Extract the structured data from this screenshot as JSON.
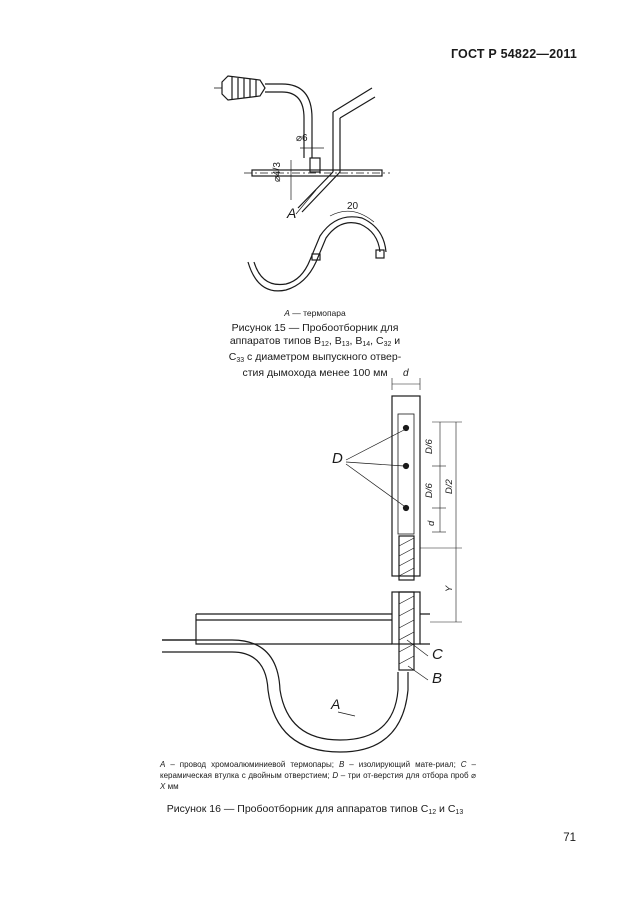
{
  "header": {
    "standard_id": "ГОСТ Р 54822—2011"
  },
  "figure15": {
    "labels": {
      "diameter_6": "⌀6",
      "diameter_4_3": "⌀4/3",
      "point_a": "A",
      "dim_20": "20"
    },
    "legend": {
      "key": "A",
      "text": " — термопара"
    },
    "caption": {
      "line1": "Рисунок 15 — Пробоотборник для",
      "line2_pre": "аппаратов типов B",
      "line2_s1": "12",
      "line2_m1": ", B",
      "line2_s2": "13",
      "line2_m2": ", B",
      "line2_s3": "14",
      "line2_m3": ", C",
      "line2_s4": "32",
      "line2_post": " и",
      "line3_pre": "C",
      "line3_s": "33",
      "line3_post": " с диаметром выпускного отвер-",
      "line4": "стия дымохода менее 100 мм"
    }
  },
  "figure16": {
    "labels": {
      "d_top": "d",
      "d6_upper": "D/6",
      "d6_lower": "D/6",
      "d2": "D/2",
      "d_lower": "d",
      "y": "Y",
      "point_d": "D",
      "point_c": "C",
      "point_b": "B",
      "point_a": "A"
    },
    "legend": {
      "a_key": "A",
      "a_text": " – провод хромоалюминиевой термопары; ",
      "b_key": "B",
      "b_text": " – изолирующий мате-риал; ",
      "c_key": "C",
      "c_text": " – керамическая втулка с двойным отверстием; ",
      "d_key": "D",
      "d_text": " – три от-верстия для отбора проб ⌀ ",
      "x_key": "X",
      "x_text": " мм"
    },
    "caption": {
      "pre": "Рисунок 16 — Пробоотборник для аппаратов типов C",
      "s1": "12",
      "mid": " и C",
      "s2": "13"
    }
  },
  "page_number": "71"
}
